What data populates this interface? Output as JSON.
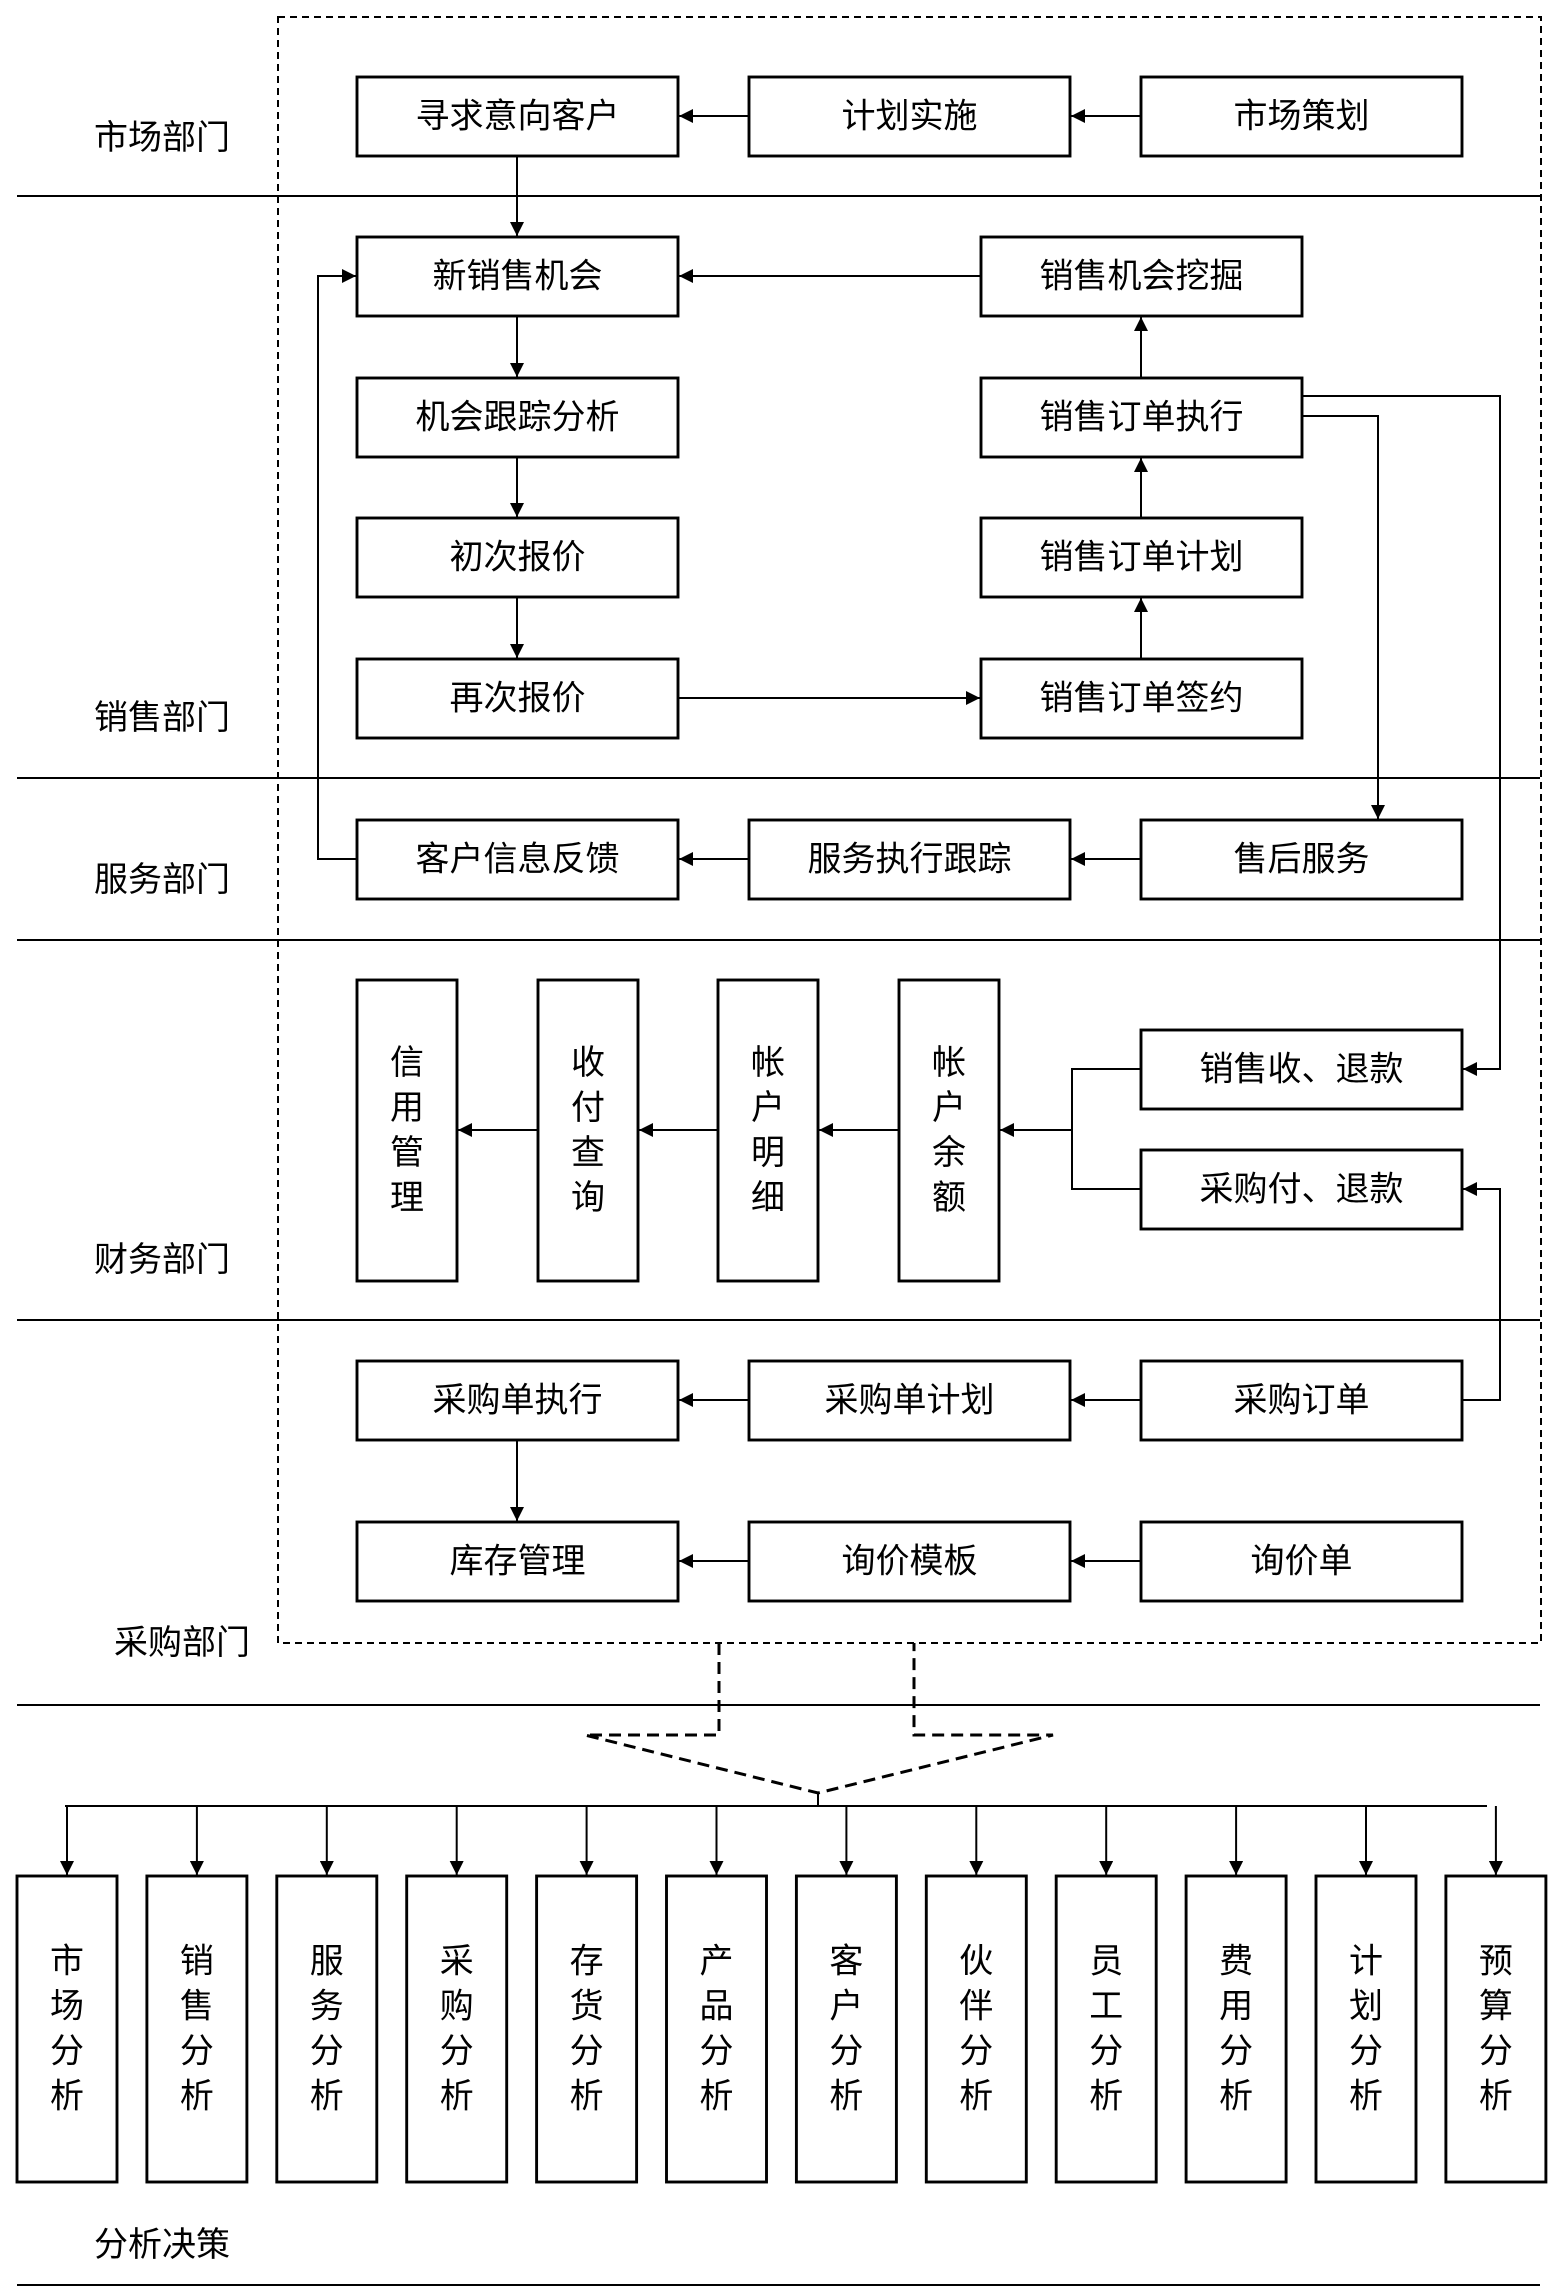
{
  "lanes": {
    "market": "市场部门",
    "sales": "销售部门",
    "service": "服务部门",
    "finance": "财务部门",
    "purchase": "采购部门",
    "decision": "分析决策"
  },
  "nodes": {
    "seek_customer": "寻求意向客户",
    "plan_execution": "计划实施",
    "market_planning": "市场策划",
    "new_opportunity": "新销售机会",
    "opportunity_mining": "销售机会挖掘",
    "opportunity_tracking": "机会跟踪分析",
    "order_execution": "销售订单执行",
    "first_quote": "初次报价",
    "order_plan": "销售订单计划",
    "second_quote": "再次报价",
    "order_signing": "销售订单签约",
    "customer_feedback": "客户信息反馈",
    "service_tracking": "服务执行跟踪",
    "after_sales": "售后服务",
    "credit_mgmt": "信用管理",
    "payment_query": "收付查询",
    "account_detail": "帐户明细",
    "account_balance": "帐户余额",
    "sales_receipt": "销售收、退款",
    "purchase_payment": "采购付、退款",
    "po_execution": "采购单执行",
    "po_plan": "采购单计划",
    "purchase_order": "采购订单",
    "inventory": "库存管理",
    "inquiry_template": "询价模板",
    "inquiry": "询价单"
  },
  "analysis": [
    "市场分析",
    "销售分析",
    "服务分析",
    "采购分析",
    "存货分析",
    "产品分析",
    "客户分析",
    "伙伴分析",
    "员工分析",
    "费用分析",
    "计划分析",
    "预算分析"
  ]
}
